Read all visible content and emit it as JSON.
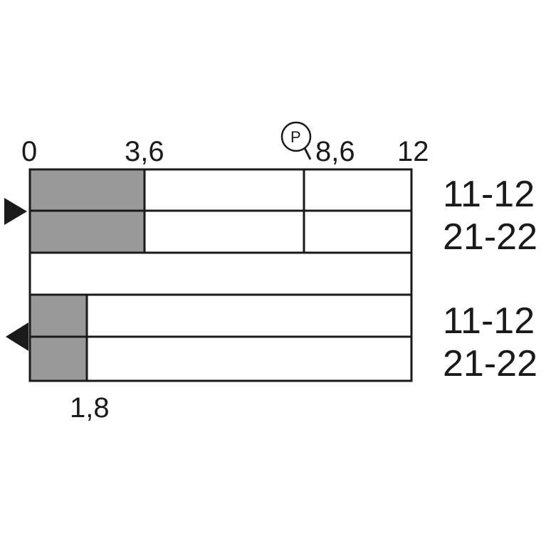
{
  "diagram": {
    "scale_labels": {
      "start": "0",
      "mark_a": "3,6",
      "mark_p": "8,6",
      "end": "12",
      "mark_b": "1,8"
    },
    "p_symbol": "P",
    "upper_block": {
      "direction": "right",
      "contacts": [
        "11-12",
        "21-22"
      ],
      "shaded_until": 3.6,
      "divider_at": 8.6
    },
    "lower_block": {
      "direction": "left",
      "contacts": [
        "11-12",
        "21-22"
      ],
      "shaded_until": 1.8
    },
    "scale_max": 12,
    "colors": {
      "shaded": "#999999",
      "stroke": "#1a1a1a",
      "background": "#ffffff"
    }
  }
}
